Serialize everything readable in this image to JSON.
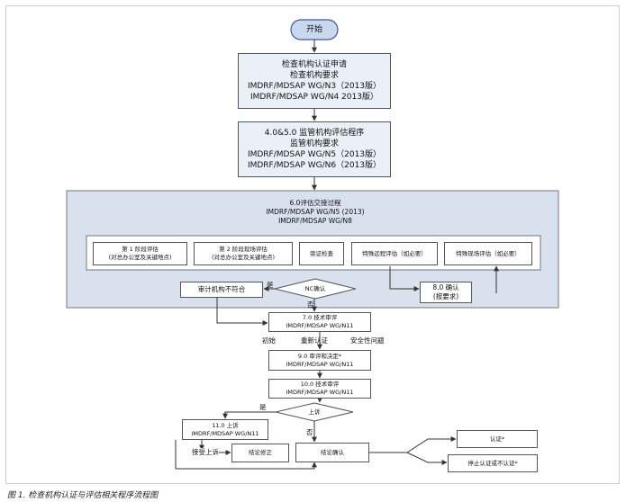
{
  "nodes": {
    "start": "开始",
    "apply": [
      "检查机构认证申请",
      "检查机构要求",
      "IMDRF/MDSAP WG/N3（2013版）",
      "IMDRF/MDSAP WG/N4  2013版）"
    ],
    "monitor": [
      "4.0&5.0 监管机构评估程序",
      "监管机构要求",
      "IMDRF/MDSAP WG/N5（2013版）",
      "IMDRF/MDSAP WG/N6（2013版）"
    ],
    "region_title": [
      "6.0评估交接过程",
      "IMDRF/MDSAP WG/N5 (2013)",
      "IMDRF/MDSAP WG/N8"
    ],
    "stage1": [
      "第 1 阶段评估",
      "(对总办公室及关键地点)"
    ],
    "stage2": [
      "第 2 阶段现场评估",
      "(对总办公室及关键地点)"
    ],
    "witness": "旁证检查",
    "special_remote": "特殊远程评估（如必要）",
    "special_onsite": "特殊现场评估（如必要）",
    "confirm8": [
      "8.0 确认",
      "(按要求)"
    ],
    "nc_confirm": "NC确认",
    "nonconform": "审计机构不符合",
    "tech_review7": [
      "7.0 技术审评",
      "IMDRF/MDSAP WG/N11"
    ],
    "review9": [
      "9.0 审评和决定*",
      "IMDRF/MDSAP WG/N11"
    ],
    "tech_review10": [
      "10.0 技术审评",
      "IMDRF/MDSAP WG/N11"
    ],
    "appeal": "上诉",
    "appeal11": [
      "11.0 上诉",
      "IMDRF/MDSAP WG/N11"
    ],
    "conclusion_fix": "结论修正",
    "conclusion_confirm": "结论确认",
    "certify": "认证*",
    "stop_certify": "停止认证或不认证*"
  },
  "labels": {
    "yes": "是",
    "no": "否",
    "initial": "初始",
    "recert": "重新认证",
    "safety": "安全性问题",
    "accept_appeal": "接受上诉"
  },
  "caption": "图 1. 检查机构认证与评估相关程序流程图",
  "colors": {
    "box_fill": "#eaf0f8",
    "region_fill": "#d9e1ee",
    "start_fill": "#c9d8ee",
    "stroke": "#555555"
  }
}
